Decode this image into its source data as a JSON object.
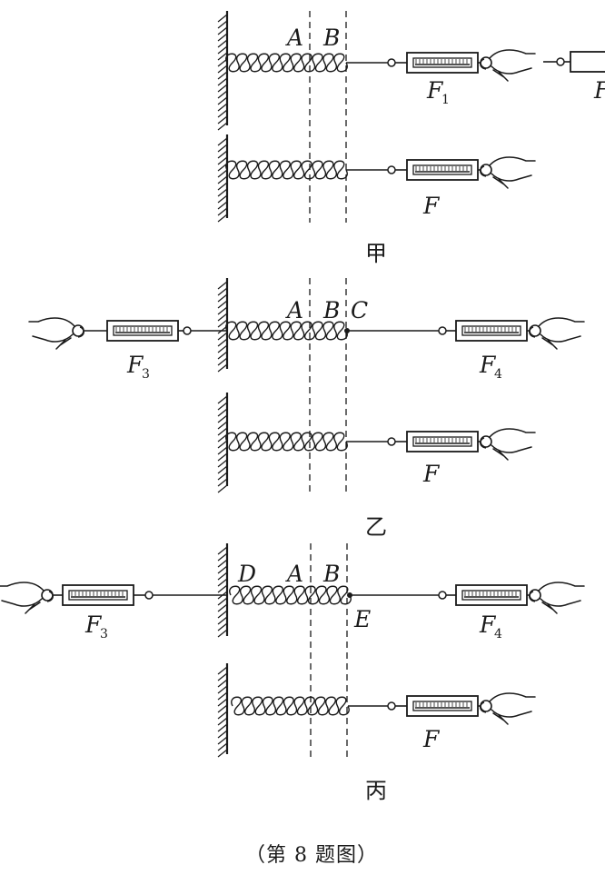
{
  "figure_caption": "（第 8 题图）",
  "panels": {
    "jia": {
      "caption": "甲",
      "labels": {
        "A": "A",
        "B": "B",
        "F1_main": "F",
        "F1_sub": "1",
        "F2_main": "F",
        "F_lower": "F"
      }
    },
    "yi": {
      "caption": "乙",
      "labels": {
        "A": "A",
        "B": "B",
        "C": "C",
        "F3_main": "F",
        "F3_sub": "3",
        "F4_main": "F",
        "F4_sub": "4",
        "F_lower": "F"
      }
    },
    "bing": {
      "caption": "丙",
      "labels": {
        "D": "D",
        "A": "A",
        "B": "B",
        "E": "E",
        "F3_main": "F",
        "F3_sub": "3",
        "F4_main": "F",
        "F4_sub": "4",
        "F_lower": "F"
      }
    }
  }
}
